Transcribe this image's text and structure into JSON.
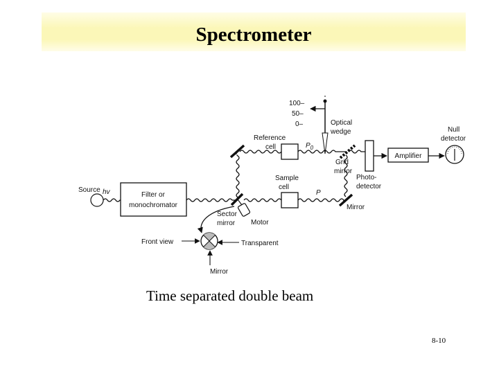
{
  "slide": {
    "title": "Spectrometer",
    "caption": "Time separated double beam",
    "page_number": "8-10"
  },
  "diagram": {
    "scale_ticks": [
      "100–",
      "50–",
      "0–"
    ],
    "labels": {
      "optical_wedge": [
        "Optical",
        "wedge"
      ],
      "p0": "P",
      "p0_sub": "0",
      "reference_cell": [
        "Reference",
        "cell"
      ],
      "grid_mirror": [
        "Grid",
        "mirror"
      ],
      "sample_cell": [
        "Sample",
        "cell"
      ],
      "p": "P",
      "photodetector": [
        "Photo-",
        "detector"
      ],
      "amplifier": "Amplifier",
      "null_detector": [
        "Null",
        "detector"
      ],
      "source": "Source",
      "hv": "hv",
      "filter": [
        "Filter or",
        "monochromator"
      ],
      "sector_mirror": [
        "Sector",
        "mirror"
      ],
      "motor": "Motor",
      "mirror_right": "Mirror",
      "front_view": "Front view",
      "transparent": "Transparent",
      "mirror_bottom": "Mirror"
    }
  }
}
